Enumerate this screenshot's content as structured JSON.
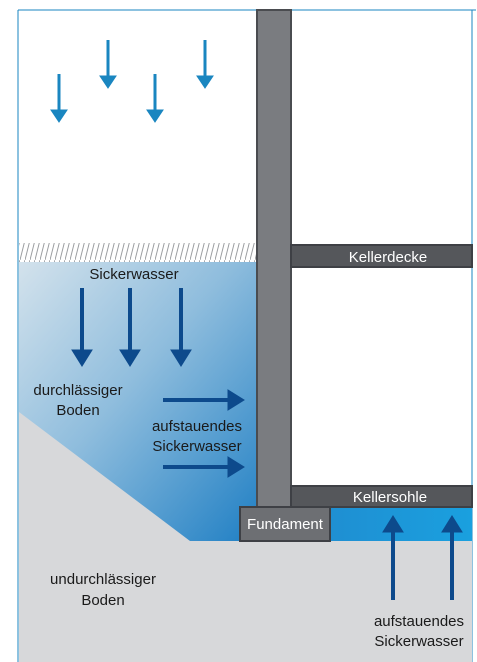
{
  "labels": {
    "sickerwasser": "Sickerwasser",
    "durchlaessig_line1": "durchlässiger",
    "durchlaessig_line2": "Boden",
    "aufstauend_mid_line1": "aufstauendes",
    "aufstauend_mid_line2": "Sickerwasser",
    "kellerdecke": "Kellerdecke",
    "kellersohle": "Kellersohle",
    "fundament": "Fundament",
    "undurchlaessig_line1": "undurchlässiger",
    "undurchlaessig_line2": "Boden",
    "aufstauend_right_line1": "aufstauendes",
    "aufstauend_right_line2": "Sickerwasser"
  },
  "colors": {
    "rain_arrow": "#1a86c0",
    "water_arrow": "#0d4a8c",
    "wall": "#7a7c80",
    "wall_dark": "#3e4045",
    "soil_grey": "#d6d7d9",
    "water_light": "#c9dbe8",
    "water_mid": "#5f9fce",
    "water_dark": "#1f7bc0",
    "pool_blue": "#1f95d6",
    "frame_blue": "#1a86c0"
  }
}
